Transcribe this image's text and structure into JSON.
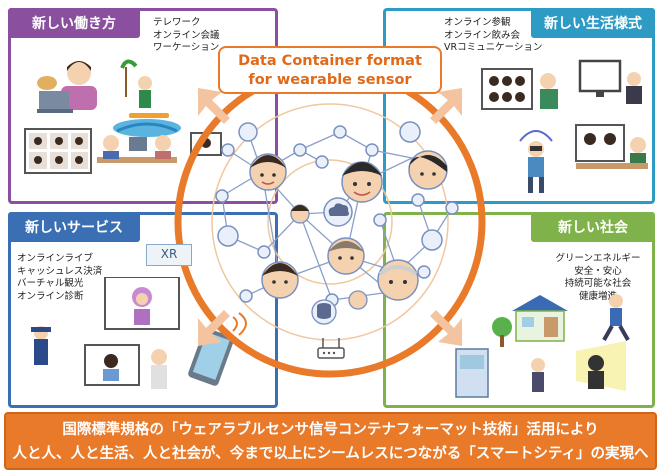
{
  "title": {
    "line1": "Data Container format",
    "line2": "for wearable sensor"
  },
  "panels": {
    "work": {
      "heading": "新しい働き方",
      "items": [
        "テレワーク",
        "オンライン会議",
        "ワーケーション"
      ]
    },
    "life": {
      "heading": "新しい生活様式",
      "items": [
        "オンライン参観",
        "オンライン飲み会",
        "VRコミュニケーション"
      ]
    },
    "service": {
      "heading": "新しいサービス",
      "items": [
        "オンラインライブ",
        "キャッシュレス決済",
        "バーチャル観光",
        "オンライン診断"
      ]
    },
    "society": {
      "heading": "新しい社会",
      "items": [
        "グリーンエネルギー",
        "安全・安心",
        "持続可能な社会",
        "健康増進"
      ]
    }
  },
  "xr_label": "XR",
  "banner": {
    "line1": "国際標準規格の「ウェアラブルセンサ信号コンテナフォーマット技術」活用により",
    "line2": "人と人、人と生活、人と社会が、今まで以上にシームレスにつながる「スマートシティ」の実現へ"
  },
  "colors": {
    "work": "#8a4f9e",
    "life": "#2e9bc4",
    "service": "#3a6fb4",
    "society": "#7fb24a",
    "accent": "#e87a2a"
  }
}
